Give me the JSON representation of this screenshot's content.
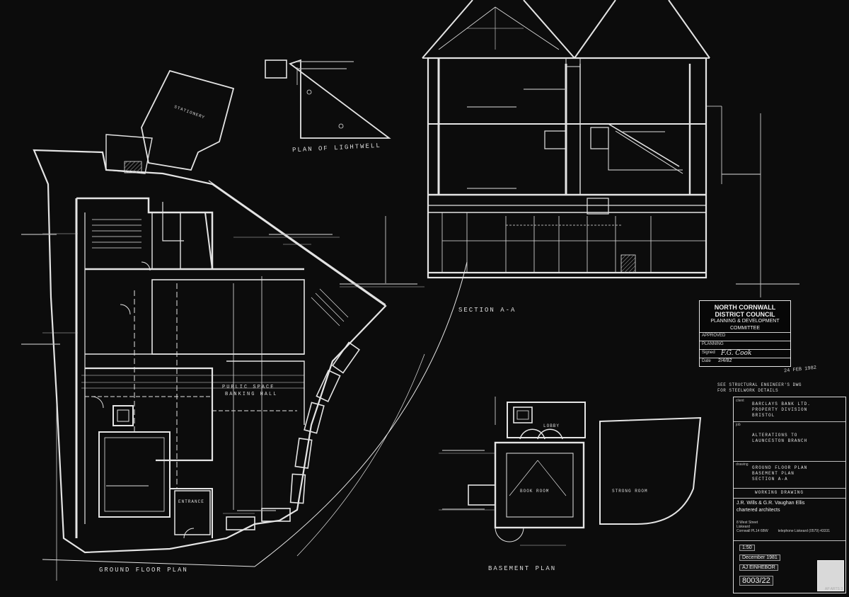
{
  "labels": {
    "plan_of_lightwell": "PLAN OF LIGHTWELL",
    "section_aa": "SECTION A-A",
    "ground_floor_plan": "GROUND FLOOR PLAN",
    "basement_plan": "BASEMENT PLAN",
    "public_space": "PUBLIC SPACE",
    "banking_hall": "BANKING HALL",
    "entrance": "ENTRANCE",
    "book_room": "BOOK ROOM",
    "strong_room": "STRONG ROOM",
    "stationery": "STATIONERY",
    "lobby": "LOBBY"
  },
  "stamp": {
    "council_line1": "NORTH CORNWALL",
    "council_line2": "DISTRICT COUNCIL",
    "council_line3": "PLANNING & DEVELOPMENT",
    "council_line4": "COMMITTEE",
    "approved": "APPROVED",
    "planning": "PLANNING",
    "signed": "Signed",
    "date": "Date",
    "signature": "F.G. Cook",
    "date_value": "2/4/82",
    "received": "24 FEB 1982"
  },
  "structural_note": "SEE STRUCTURAL ENGINEER'S DWG\nFOR STEELWORK DETAILS",
  "title_block": {
    "client_tag": "client",
    "client": "BARCLAYS BANK LTD.\nPROPERTY DIVISION\nBRISTOL",
    "job_tag": "job",
    "job": "ALTERATIONS TO\nLAUNCESTON BRANCH",
    "drawing_tag": "drawing",
    "drawing": "GROUND FLOOR PLAN\nBASEMENT PLAN\nSECTION A-A",
    "status": "WORKING DRAWING",
    "architects_1": "J.R. Wills & G.R. Vaughan Ellis",
    "architects_2": "chartered architects",
    "address": "8 West Street\nLiskeard\nCornwall PL14 6BW          telephone Liskeard (0579) 43331",
    "scale": "1:50",
    "date": "December 1981",
    "drawn": "AJ EINHEBOR",
    "dwg_no": "8003/22",
    "sheet_ref": "AP ARTS 3"
  }
}
